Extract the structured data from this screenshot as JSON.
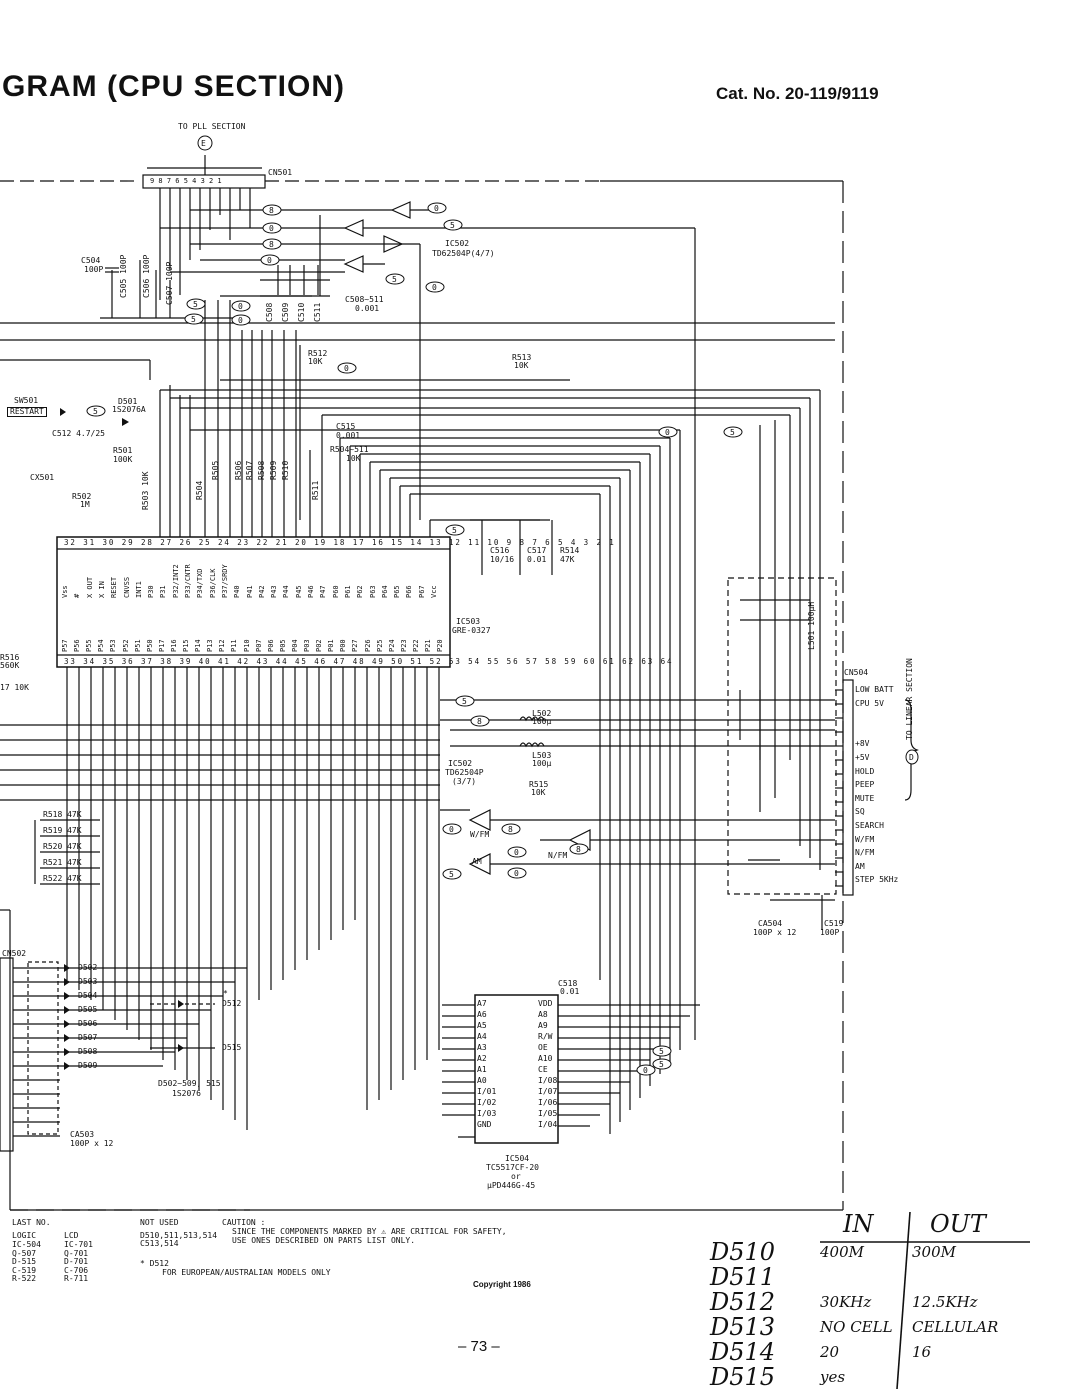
{
  "header": {
    "title": "GRAM (CPU SECTION)",
    "cat_no": "Cat. No. 20-119/9119"
  },
  "connectors": {
    "cn501": {
      "ref": "CN501",
      "note": "TO PLL SECTION",
      "marker": "E",
      "pins": "9 8 7 6 5 4 3 2 1"
    },
    "cn504": {
      "ref": "CN504",
      "note": "TO LINEAR SECTION",
      "marker": "D",
      "pins": [
        "LOW BATT",
        "CPU 5V",
        "",
        "",
        "+8V",
        "+5V",
        "HOLD",
        "PEEP",
        "MUTE",
        "SQ",
        "SEARCH",
        "W/FM",
        "N/FM",
        "AM",
        "STEP 5KHz"
      ]
    },
    "cn502": {
      "ref": "CN502"
    }
  },
  "ics": {
    "ic502a": {
      "ref": "IC502",
      "part": "TD62504P(4/7)"
    },
    "ic502b": {
      "ref": "IC502",
      "part": "TD62504P",
      "sub": "(3/7)"
    },
    "ic503": {
      "ref": "IC503",
      "part": "GRE-0327",
      "top_pins": "32 31 30 29 28 27 26 25 24 23 22 21 20 19 18 17 16 15 14 13 12 11 10 9 8 7 6 5 4 3 2 1",
      "top_names": [
        "Vss",
        "#",
        "X OUT",
        "X IN",
        "RESET",
        "CNVSS",
        "INT1",
        "P30",
        "P31",
        "P32/INT2",
        "P33/CNTR",
        "P34/TXD",
        "P36/CLK",
        "P37/SRDY",
        "P40",
        "P41",
        "P42",
        "P43",
        "P44",
        "P45",
        "P46",
        "P47",
        "P60",
        "P61",
        "P62",
        "P63",
        "P64",
        "P65",
        "P66",
        "P67",
        "Vcc"
      ],
      "bottom_pins": "33 34 35 36 37 38 39 40 41 42 43 44 45 46 47 48 49 50 51 52 53 54 55 56 57 58 59 60 61 62 63 64",
      "bottom_names": [
        "P57",
        "P56",
        "P55",
        "P54",
        "P53",
        "P52",
        "P51",
        "P50",
        "P17",
        "P16",
        "P15",
        "P14",
        "P13",
        "P12",
        "P11",
        "P10",
        "P07",
        "P06",
        "P05",
        "P04",
        "P03",
        "P02",
        "P01",
        "P00",
        "P27",
        "P26",
        "P25",
        "P24",
        "P23",
        "P22",
        "P21",
        "P20"
      ]
    },
    "ic504": {
      "ref": "IC504",
      "part": "TC5517CF-20",
      "alt": "or",
      "alt_part": "µPD446G-45",
      "left_pins": [
        "A7",
        "A6",
        "A5",
        "A4",
        "A3",
        "A2",
        "A1",
        "A0",
        "I/01",
        "I/02",
        "I/03",
        "GND"
      ],
      "right_pins": [
        "VDD",
        "A8",
        "A9",
        "R/W",
        "OE",
        "A10",
        "CE",
        "I/08",
        "I/07",
        "I/06",
        "I/05",
        "I/04"
      ]
    }
  },
  "components": {
    "sw501": "SW501",
    "restart": "RESTART",
    "d501": "D501",
    "d501_part": "1S2076A",
    "c512": "C512 4.7/25",
    "r501": "R501",
    "r501_val": "100K",
    "cx501": "CX501",
    "r502": "R502",
    "r502_val": "1M",
    "r503": "R503 10K",
    "c504": "C504",
    "c504_val": "100P",
    "c505": "C505 100P",
    "c506": "C506 100P",
    "c507": "C507 100P",
    "c508": "C508",
    "c509": "C509",
    "c510": "C510",
    "c511": "C511",
    "c508_511": "C508~511",
    "c508_511_val": "0.001",
    "r512": "R512",
    "r512_val": "10K",
    "r513": "R513",
    "r513_val": "10K",
    "c515": "C515",
    "c515_val": "0.001",
    "r504_511": "R504~511",
    "r504_511_val": "10K",
    "r504": "R504",
    "r505": "R505",
    "r506": "R506",
    "r507": "R507",
    "r508": "R508",
    "r509": "R509",
    "r510": "R510",
    "r511": "R511",
    "c516": "C516",
    "c516_val": "10/16",
    "c517": "C517",
    "c517_val": "0.01",
    "r514": "R514",
    "r514_val": "47K",
    "l501": "L501 100µH",
    "l502": "L502",
    "l502_val": "100µ",
    "l503": "L503",
    "l503_val": "100µ",
    "r515": "R515",
    "r515_val": "10K",
    "r516": "R516",
    "r516_val": "560K",
    "r517": "17 10K",
    "r518": "R518 47K",
    "r519": "R519 47K",
    "r520": "R520 47K",
    "r521": "R521 47K",
    "r522": "R522 47K",
    "diodes": [
      "D502",
      "D503",
      "D504",
      "D505",
      "D506",
      "D507",
      "D508",
      "D509"
    ],
    "d512": "D512",
    "d512_mark": "*",
    "d515": "D515",
    "d502_509": "D502~509, 515",
    "d502_509_part": "1S2076",
    "ca503": "CA503",
    "ca503_val": "100P x 12",
    "ca504": "CA504",
    "ca504_val": "100P x 12",
    "c518": "C518",
    "c518_val": "0.01",
    "c519": "C519",
    "c519_val": "100P",
    "gate_wfm": "W/FM",
    "gate_nfm": "N/FM",
    "gate_am": "AM"
  },
  "footnotes": {
    "last_no_title": "LAST NO.",
    "last_no_cols": [
      "LOGIC",
      "LCD"
    ],
    "last_no_rows": [
      [
        "IC-504",
        "IC-701"
      ],
      [
        "Q-507",
        "Q-701"
      ],
      [
        "D-515",
        "D-701"
      ],
      [
        "C-519",
        "C-706"
      ],
      [
        "R-522",
        "R-711"
      ]
    ],
    "not_used_title": "NOT USED",
    "not_used_items": "D510,511,513,514",
    "not_used_items2": "C513,514",
    "caution_title": "CAUTION :",
    "caution_line1": "SINCE THE COMPONENTS MARKED BY ⚠ ARE CRITICAL FOR SAFETY,",
    "caution_line2": "USE ONES DESCRIBED ON PARTS LIST ONLY.",
    "d512_note": "* D512",
    "d512_note2": "FOR EUROPEAN/AUSTRALIAN MODELS ONLY",
    "copyright": "Copyright 1986",
    "page": "– 73 –"
  },
  "handwritten": {
    "col_in": "IN",
    "col_out": "OUT",
    "rows": [
      {
        "label": "D510",
        "in": "400M",
        "out": "300M"
      },
      {
        "label": "D511",
        "in": "",
        "out": ""
      },
      {
        "label": "D512",
        "in": "30KHz",
        "out": "12.5KHz"
      },
      {
        "label": "D513",
        "in": "NO CELL",
        "out": "CELLULAR"
      },
      {
        "label": "D514",
        "in": "20",
        "out": "16"
      },
      {
        "label": "D515",
        "in": "yes",
        "out": ""
      }
    ]
  }
}
